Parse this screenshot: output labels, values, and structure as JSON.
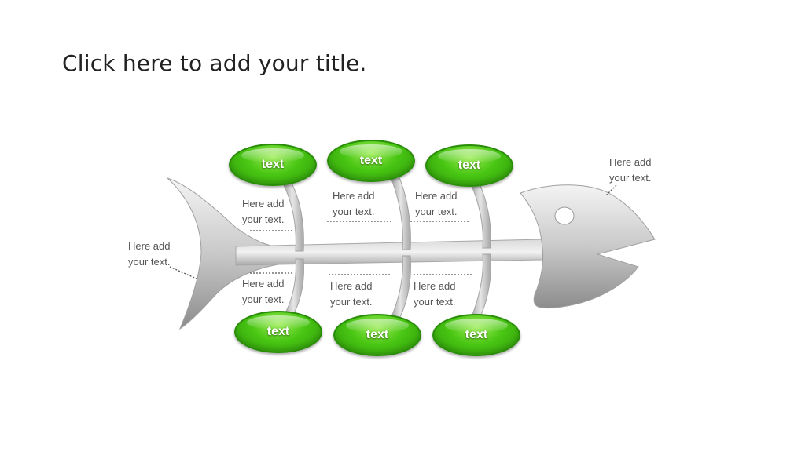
{
  "slide": {
    "title": "Click here to add your title."
  },
  "pills": {
    "top_1": "text",
    "top_2": "text",
    "top_3": "text",
    "bottom_1": "text",
    "bottom_2": "text",
    "bottom_3": "text"
  },
  "notes": {
    "head": {
      "line1": "Here add",
      "line2": "your text."
    },
    "tail": {
      "line1": "Here add",
      "line2": "your text."
    },
    "upper_1": {
      "line1": "Here add",
      "line2": "your text."
    },
    "upper_2": {
      "line1": "Here add",
      "line2": "your text."
    },
    "upper_3": {
      "line1": "Here add",
      "line2": "your text."
    },
    "lower_1": {
      "line1": "Here add",
      "line2": "your text."
    },
    "lower_2": {
      "line1": "Here add",
      "line2": "your text."
    },
    "lower_3": {
      "line1": "Here add",
      "line2": "your text."
    }
  },
  "colors": {
    "pill_green": "#49c613",
    "bone_gray": "#b8b8b8",
    "text_gray": "#555555"
  }
}
